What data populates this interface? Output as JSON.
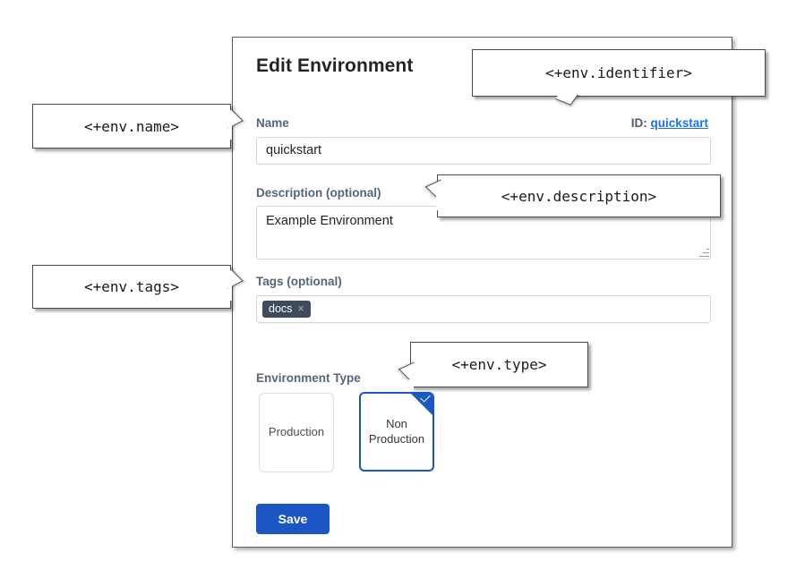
{
  "dialog": {
    "title": "Edit Environment",
    "identifier": {
      "label": "ID:",
      "value": "quickstart"
    },
    "fields": {
      "name": {
        "label": "Name",
        "value": "quickstart",
        "placeholder": ""
      },
      "description": {
        "label": "Description (optional)",
        "value": "Example Environment",
        "placeholder": ""
      },
      "tags": {
        "label": "Tags (optional)",
        "placeholder": "",
        "chips": [
          {
            "text": "docs",
            "remove_icon": "×"
          }
        ]
      },
      "environment_type": {
        "label": "Environment Type",
        "options": [
          {
            "label": "Production",
            "selected": false
          },
          {
            "label": "Non Production",
            "selected": true
          }
        ],
        "selected_check_icon": "check-icon"
      }
    },
    "actions": {
      "save_label": "Save"
    }
  },
  "callouts": [
    {
      "id": "name",
      "text": "<+env.name>"
    },
    {
      "id": "identifier",
      "text": "<+env.identifier>"
    },
    {
      "id": "description",
      "text": "<+env.description>"
    },
    {
      "id": "tags",
      "text": "<+env.tags>"
    },
    {
      "id": "type",
      "text": "<+env.type>"
    }
  ],
  "colors": {
    "accent_blue": "#1a56c4",
    "link_blue": "#1a73e8",
    "label_slate": "#55657a",
    "chip_slate": "#3f4b5b",
    "dialog_border": "#5c5c5c",
    "input_border": "#d3d6da"
  }
}
